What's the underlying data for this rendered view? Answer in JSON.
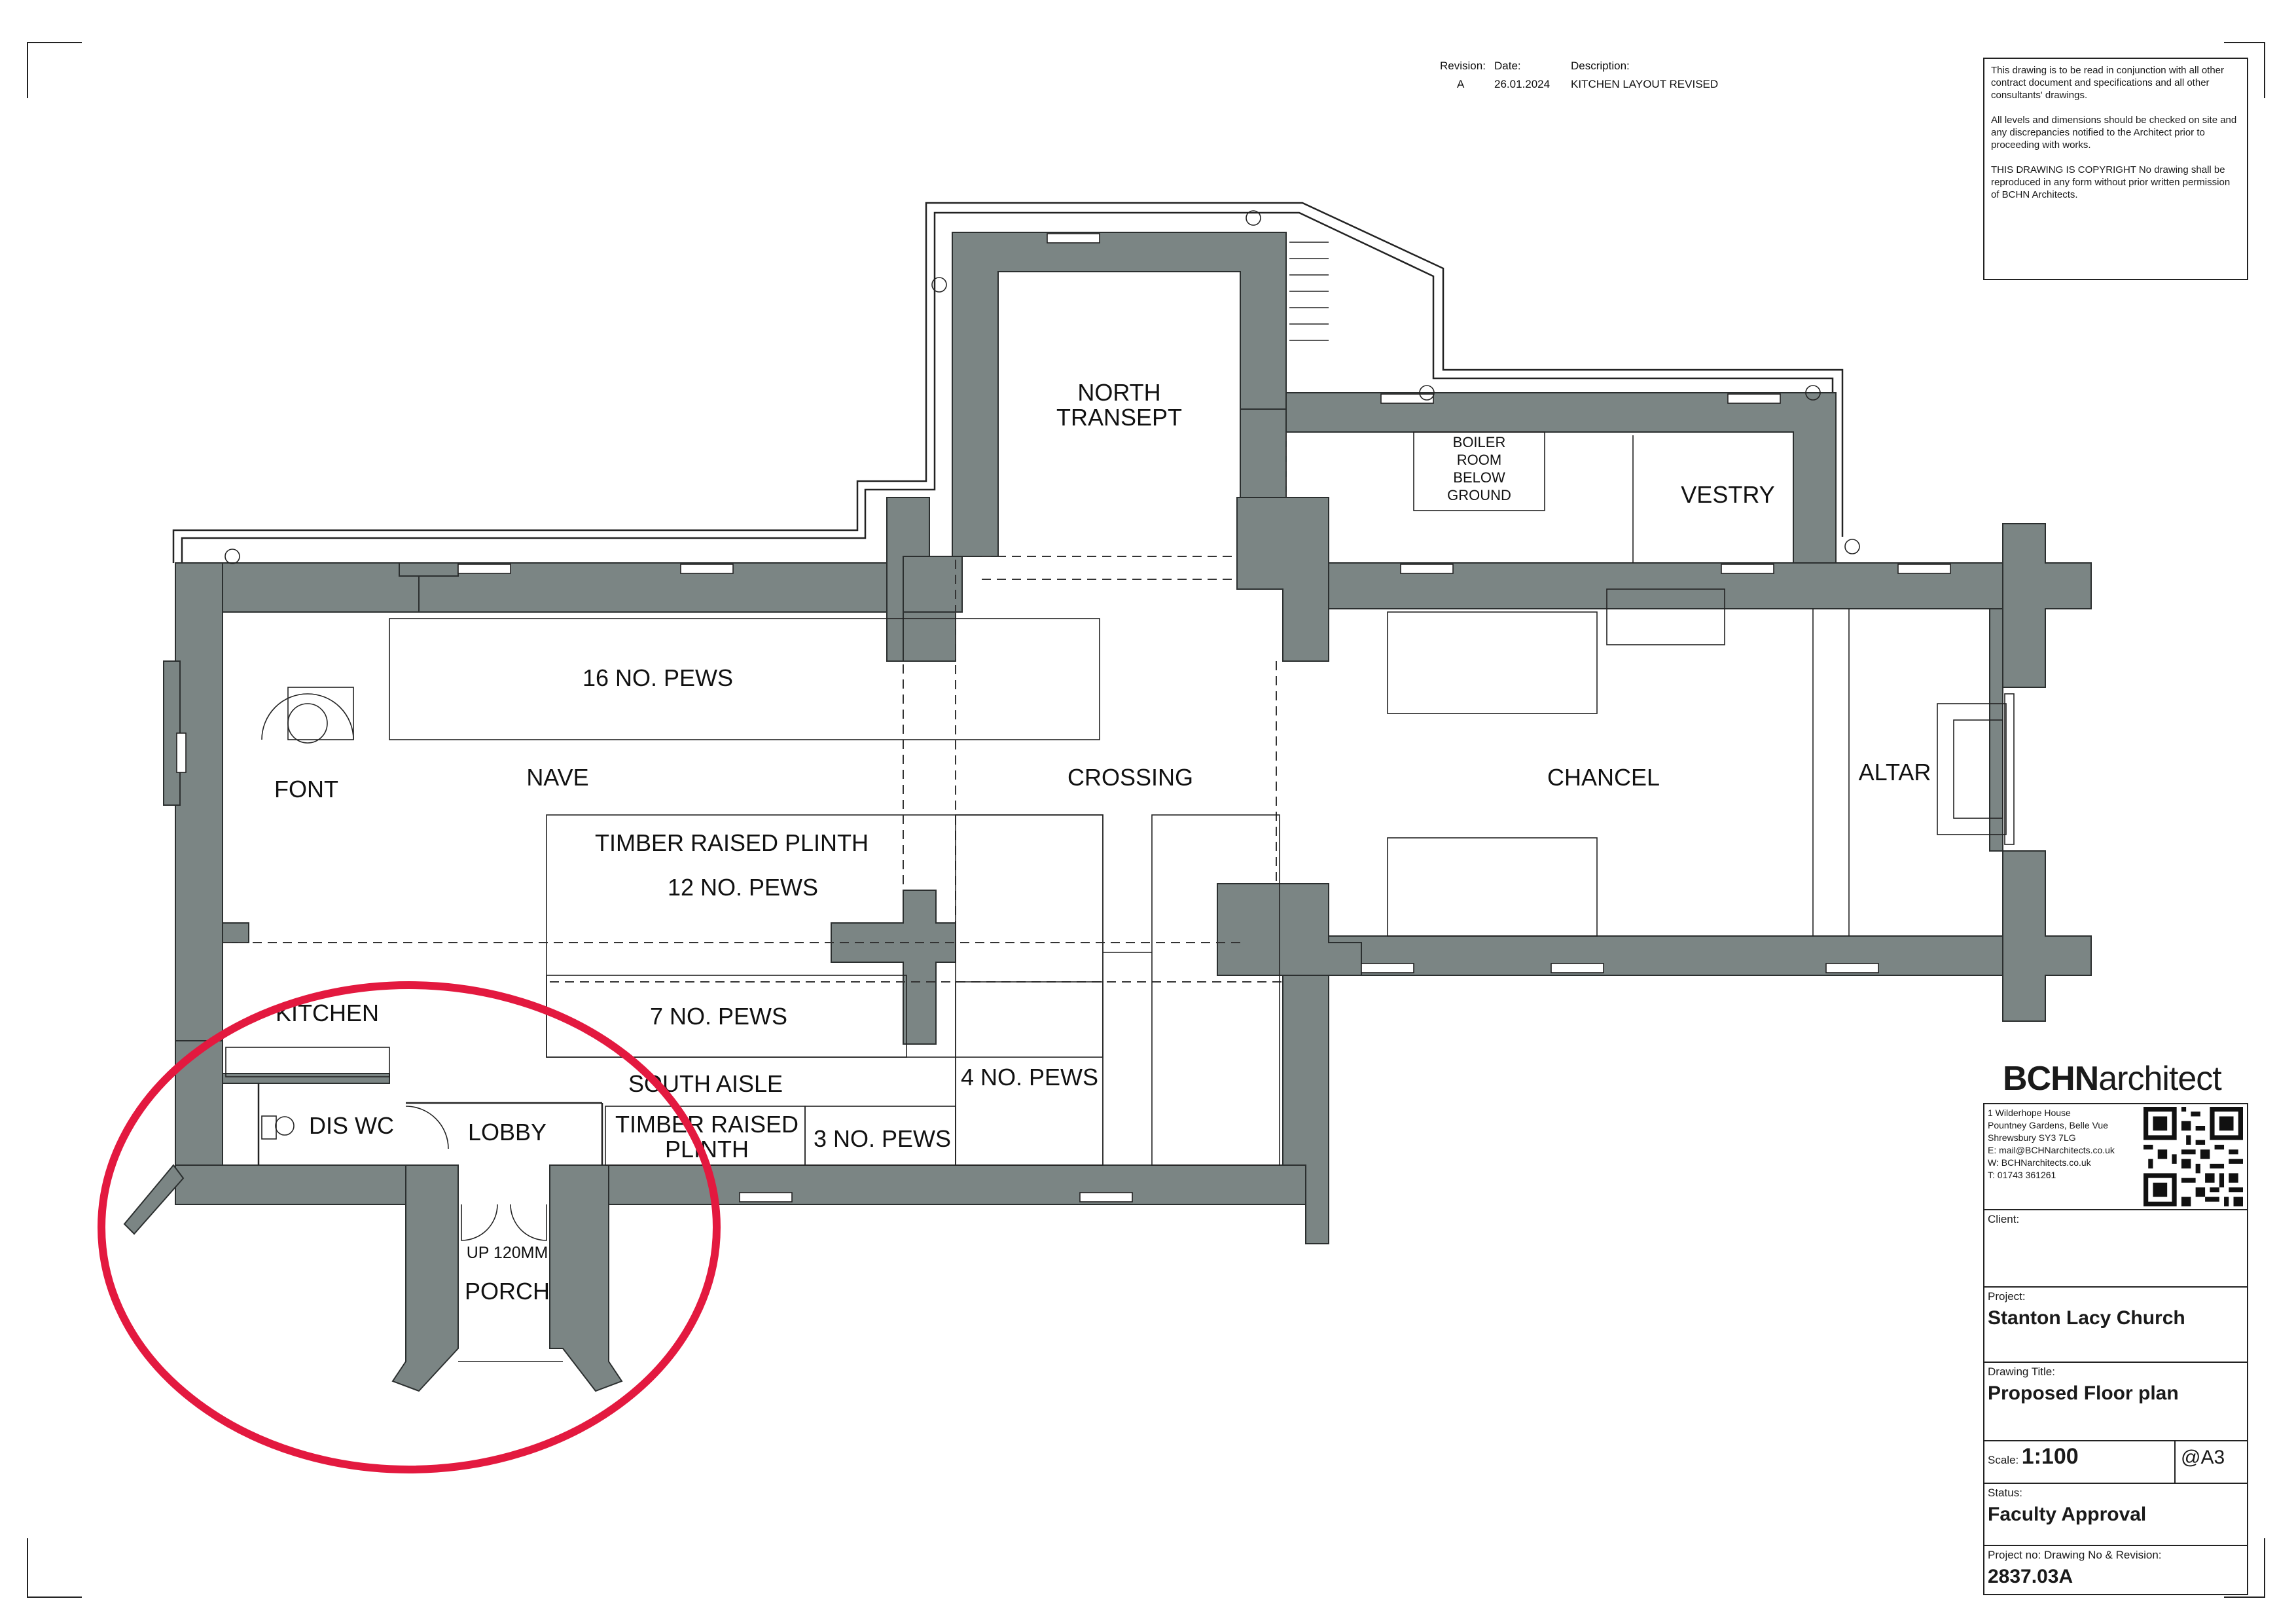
{
  "revision": {
    "headers": {
      "revision": "Revision:",
      "date": "Date:",
      "description": "Description:"
    },
    "rows": [
      {
        "revision": "A",
        "date": "26.01.2024",
        "description": "KITCHEN LAYOUT REVISED"
      }
    ]
  },
  "notes": [
    "This drawing is to be read in conjunction with all other contract document and specifications and all other consultants' drawings.",
    "All levels and dimensions should be checked on site and any discrepancies notified to the Architect prior to proceeding with works.",
    "THIS DRAWING IS COPYRIGHT No drawing shall be reproduced in any form without prior written permission of BCHN Architects."
  ],
  "rooms": {
    "north_transept": [
      "NORTH",
      "TRANSEPT"
    ],
    "boiler_room": [
      "BOILER",
      "ROOM",
      "BELOW",
      "GROUND"
    ],
    "vestry": "VESTRY",
    "pews_16": "16 NO. PEWS",
    "font": "FONT",
    "nave": "NAVE",
    "crossing": "CROSSING",
    "chancel": "CHANCEL",
    "altar": "ALTAR",
    "timber_plinth_1": "TIMBER RAISED PLINTH",
    "pews_12": "12 NO. PEWS",
    "kitchen": "KITCHEN",
    "pews_7": "7 NO. PEWS",
    "south_aisle": "SOUTH AISLE",
    "pews_4": "4 NO. PEWS",
    "dis_wc": "DIS WC",
    "lobby": "LOBBY",
    "timber_plinth_2": [
      "TIMBER RAISED",
      "PLINTH"
    ],
    "pews_3": "3 NO. PEWS",
    "up_120": "UP 120MM",
    "porch": "PORCH"
  },
  "logo": {
    "bold": "BCHN",
    "light": "architect"
  },
  "address": [
    "1 Wilderhope House",
    "Pountney Gardens, Belle Vue",
    "Shrewsbury SY3 7LG",
    "E: mail@BCHNarchitects.co.uk",
    "W: BCHNarchitects.co.uk",
    "T: 01743 361261"
  ],
  "title_block": {
    "client_label": "Client:",
    "client_value": "",
    "project_label": "Project:",
    "project_value": "Stanton Lacy Church",
    "drawing_title_label": "Drawing Title:",
    "drawing_title_value": "Proposed Floor plan",
    "scale_label": "Scale:",
    "scale_value": "1:100",
    "paper": "@A3",
    "status_label": "Status:",
    "status_value": "Faculty Approval",
    "project_no_label": "Project no:",
    "drawing_no_label": "Drawing No & Revision:",
    "drawing_no_value": "2837.03A"
  },
  "colors": {
    "wall": "#7b8584",
    "highlight": "#e3193f",
    "line": "#222222"
  }
}
